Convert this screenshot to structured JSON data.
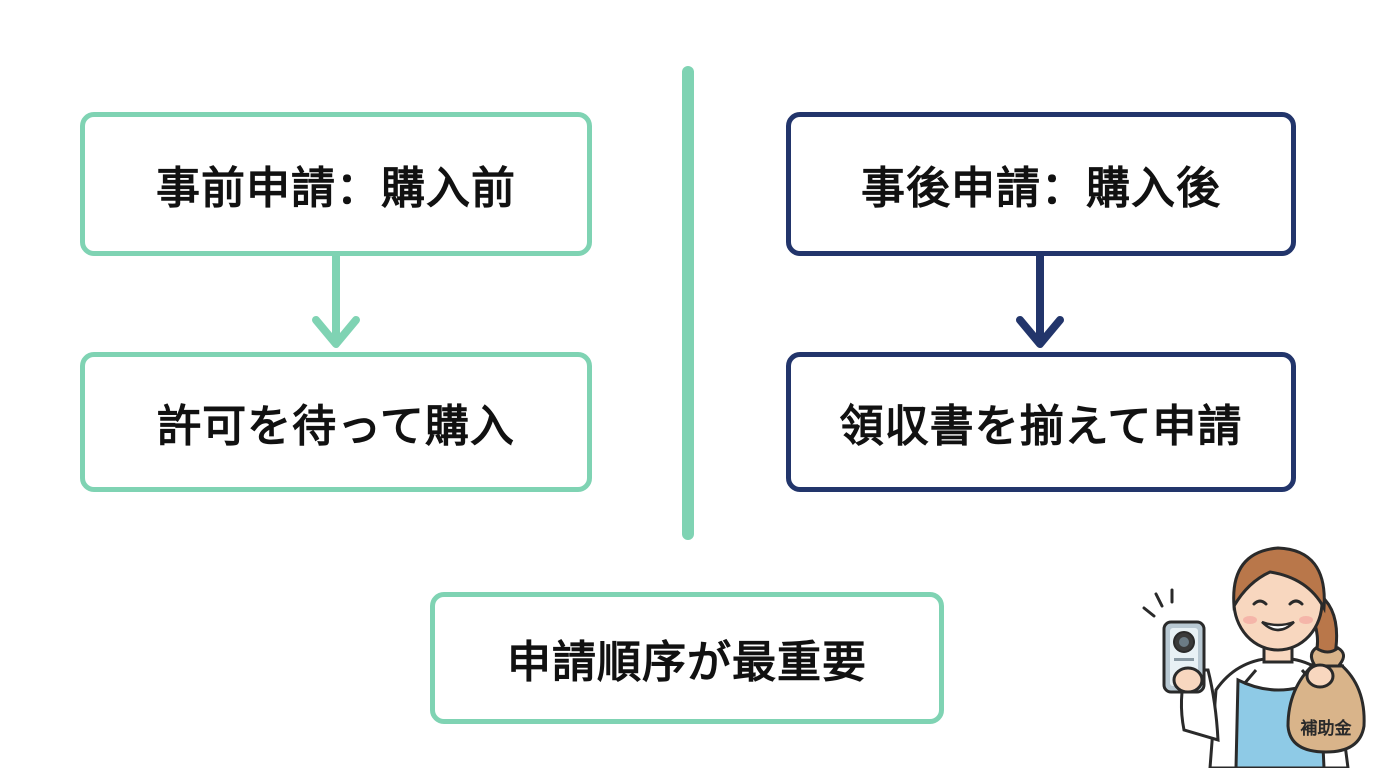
{
  "colors": {
    "accent_green": "#7fd3b3",
    "accent_navy": "#22356b",
    "text": "#111111"
  },
  "left": {
    "top_label": "事前申請：購入前",
    "bottom_label": "許可を待って購入"
  },
  "right": {
    "top_label": "事後申請：購入後",
    "bottom_label": "領収書を揃えて申請"
  },
  "bottom": {
    "label": "申請順序が最重要"
  },
  "illustration": {
    "bag_label": "補助金"
  }
}
